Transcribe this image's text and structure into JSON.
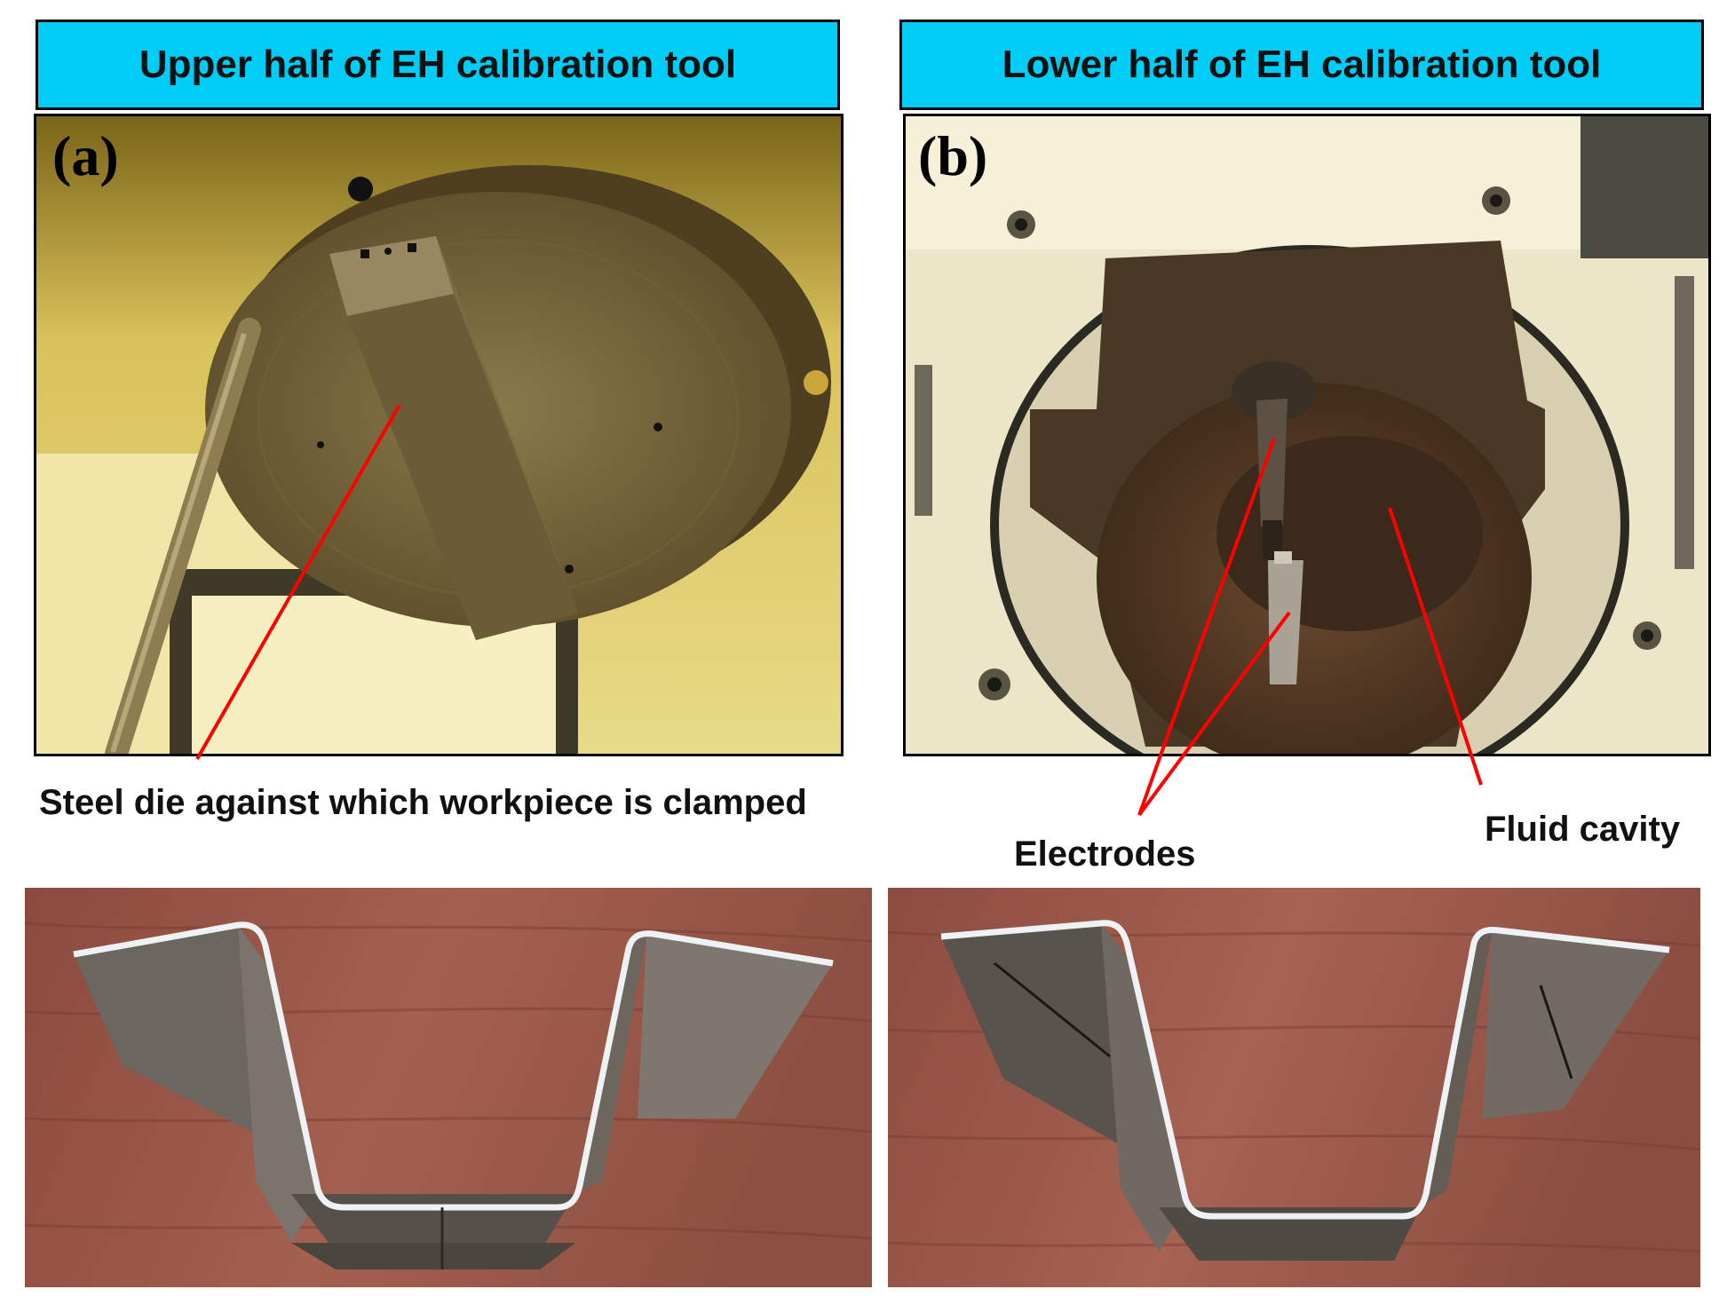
{
  "panels": {
    "a": {
      "banner": "Upper half of EH calibration tool",
      "letter": "(a)",
      "caption": "Steel die against which workpiece is clamped"
    },
    "b": {
      "banner": "Lower half of EH calibration tool",
      "letter": "(b)",
      "labels": {
        "electrodes": "Electrodes",
        "fluid_cavity": "Fluid cavity"
      }
    }
  },
  "colors": {
    "banner_bg": "#00CCF5",
    "annotation_line": "#FF0000"
  }
}
